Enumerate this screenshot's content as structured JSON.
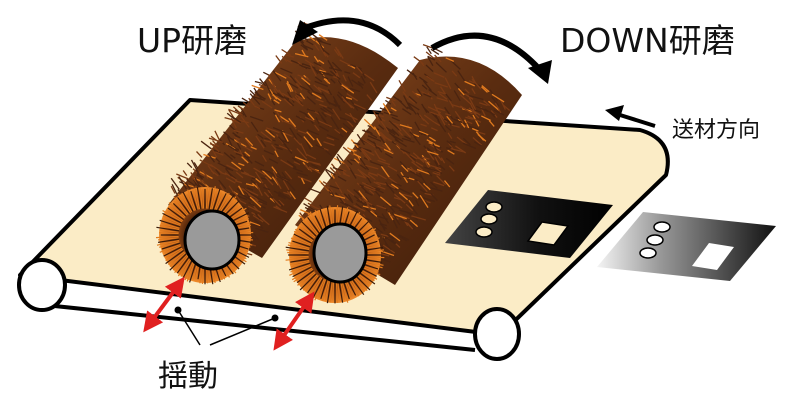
{
  "labels": {
    "up": "UP研磨",
    "down": "DOWN研磨",
    "feed": "送材方向",
    "oscillation": "揺動"
  },
  "icons": {
    "up_rotation": "curved-arrow-ccw-icon",
    "down_rotation": "curved-arrow-cw-icon",
    "feed_direction": "arrow-left-icon",
    "oscillation": "double-headed-arrow-icon"
  },
  "colors": {
    "belt": "#fbecc6",
    "brush_dark": "#4a2410",
    "brush_mid": "#7a3a14",
    "brush_tip": "#e07a1e",
    "core": "#9a9a9a",
    "oscillation_arrow": "#e02020"
  }
}
